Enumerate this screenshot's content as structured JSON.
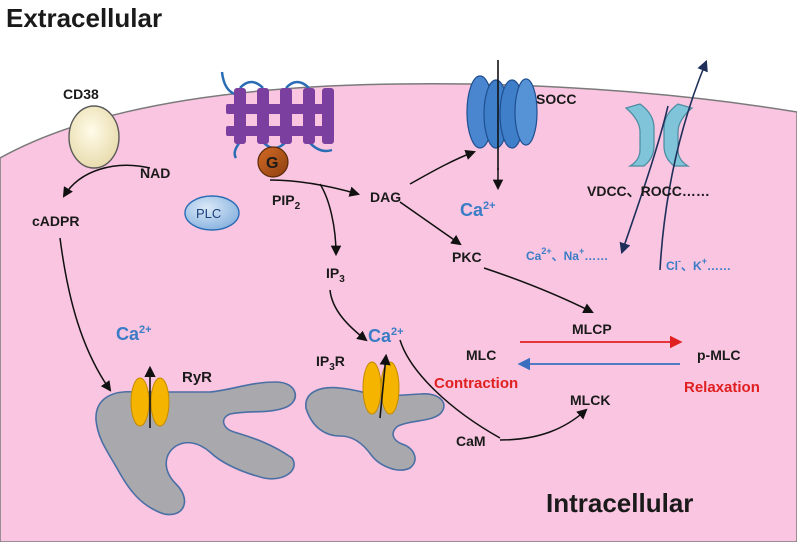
{
  "regions": {
    "extracellular": "Extracellular",
    "intracellular": "Intracellular"
  },
  "labels": {
    "cd38": "CD38",
    "nad": "NAD",
    "cadpr": "cADPR",
    "g": "G",
    "plc": "PLC",
    "pip": "PIP",
    "pip_sub": "2",
    "dag": "DAG",
    "ip": "IP",
    "ip_sub": "3",
    "socc": "SOCC",
    "pkc": "PKC",
    "vdcc_rocc": "VDCC、ROCC……",
    "mlcp": "MLCP",
    "mlc": "MLC",
    "p_mlc": "p-MLC",
    "mlck": "MLCK",
    "cam": "CaM",
    "ryr": "RyR",
    "ip3r": "IP",
    "ip3r_sub": "3",
    "ip3r_tail": "R"
  },
  "calcium": {
    "base": "Ca",
    "charge": "2+"
  },
  "ions": {
    "left_ca": "Ca",
    "left_ca_charge": "2+",
    "sep1": "、",
    "left_na": "Na",
    "left_na_charge": "+",
    "left_tail": "……",
    "right_cl": "Cl",
    "right_cl_charge": "-",
    "sep2": "、",
    "right_k": "K",
    "right_k_charge": "+",
    "right_tail": "……"
  },
  "states": {
    "contraction": "Contraction",
    "relaxation": "Relaxation"
  },
  "colors": {
    "cytoplasm": "#f9c5e0",
    "membrane_line": "#6b6b6b",
    "er_fill": "#a9a9ad",
    "er_stroke": "#4a6fa5",
    "gpcr": "#7b3fa0",
    "gpcr_loop": "#2a6db5",
    "g_protein": "#b5581a",
    "channel_blue": "#3f7ec8",
    "channel_cyan": "#7fc4d8",
    "ryr_yellow": "#f4b400",
    "calcium_blue": "#3a7cc5",
    "red_arrow": "#e02020",
    "blue_arrow": "#3a6fc0"
  }
}
